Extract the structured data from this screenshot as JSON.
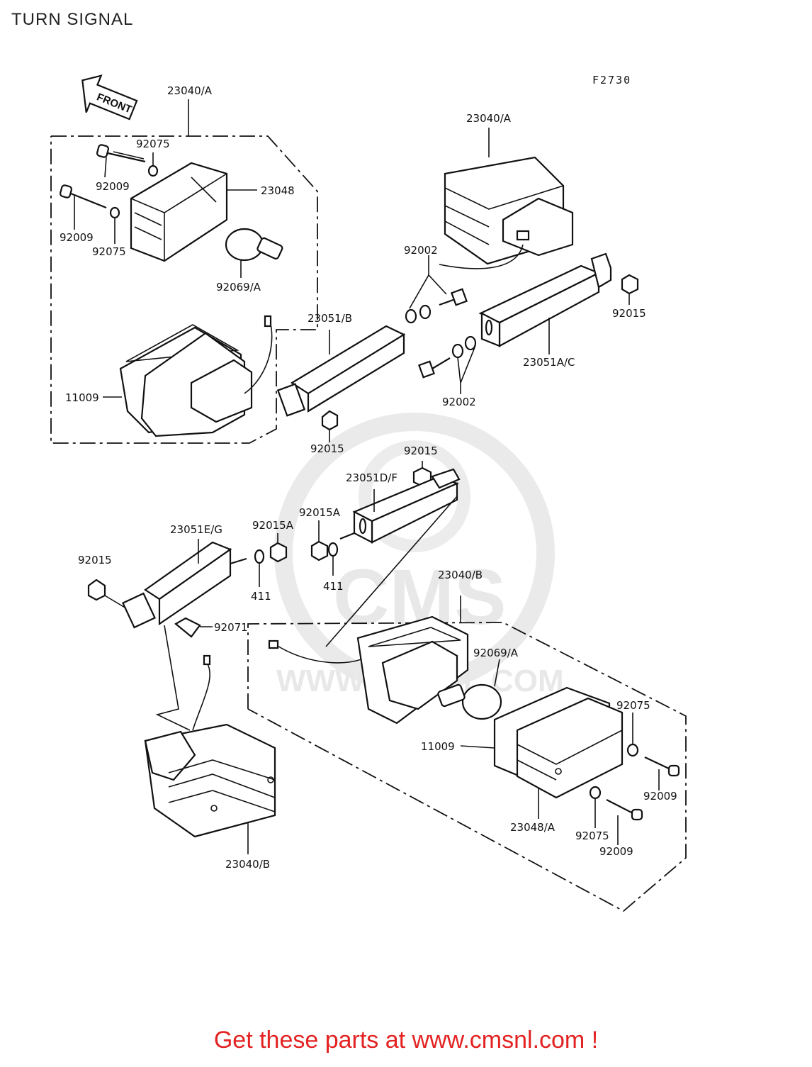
{
  "page": {
    "title": "TURN SIGNAL",
    "figure_code": "F2730",
    "front_label": "FRONT",
    "footer": "Get these parts at www.cmsnl.com !",
    "watermark": "CMS",
    "watermark_url": "WWW.CMSNL.COM",
    "footer_color": "#e32222"
  },
  "parts": {
    "p23040A_top_left": "23040/A",
    "p23040A_top_right": "23040/A",
    "p23040B_mid": "23040/B",
    "p23040B_bottom": "23040/B",
    "p92075_a": "92075",
    "p92075_b": "92075",
    "p92075_c": "92075",
    "p92075_d": "92075",
    "p92009_a": "92009",
    "p92009_b": "92009",
    "p92009_c": "92009",
    "p92009_d": "92009",
    "p23048": "23048",
    "p23048A": "23048/A",
    "p92069A_a": "92069/A",
    "p92069A_b": "92069/A",
    "p11009_a": "11009",
    "p11009_b": "11009",
    "p23051B": "23051/B",
    "p23051AC": "23051A/C",
    "p23051DF": "23051D/F",
    "p23051EG": "23051E/G",
    "p92002_a": "92002",
    "p92002_b": "92002",
    "p92015_a": "92015",
    "p92015_b": "92015",
    "p92015_c": "92015",
    "p92015_d": "92015",
    "p92015A_a": "92015A",
    "p92015A_b": "92015A",
    "p411_a": "411",
    "p411_b": "411",
    "p92071": "92071"
  }
}
